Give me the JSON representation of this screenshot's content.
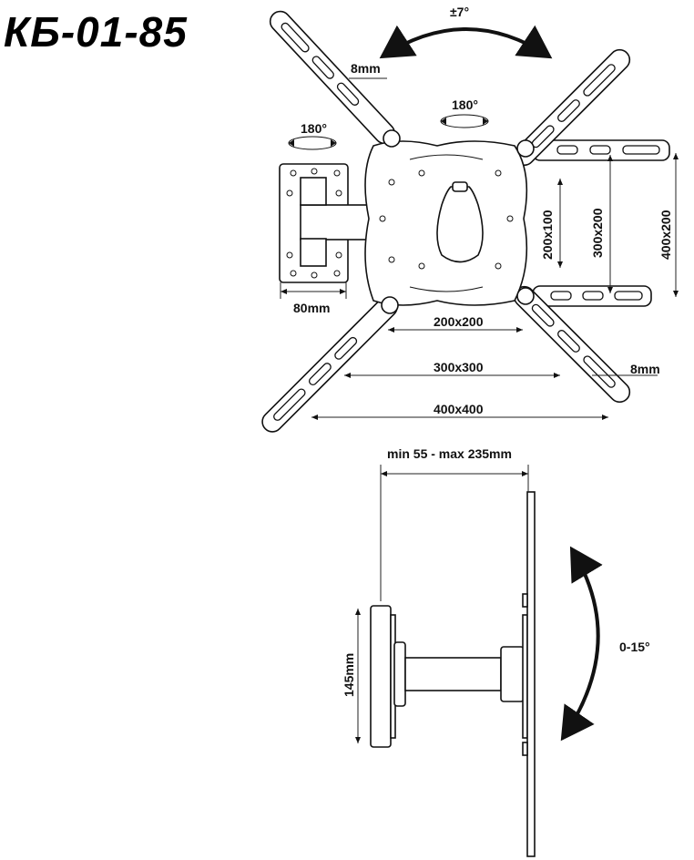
{
  "title": "КБ-01-85",
  "top_view": {
    "tilt_swivel": "±7°",
    "arm_width_top": "8mm",
    "rotate_center": "180°",
    "rotate_wall": "180°",
    "wall_plate_width": "80mm",
    "vesa_200x100": "200x100",
    "vesa_300x200": "300x200",
    "vesa_400x200": "400x200",
    "vesa_200x200": "200x200",
    "vesa_300x300": "300x300",
    "arm_width_bottom": "8mm",
    "vesa_400x400": "400x400"
  },
  "side_view": {
    "depth_range": "min 55 - max 235mm",
    "wall_plate_height": "145mm",
    "tilt_range": "0-15°"
  }
}
